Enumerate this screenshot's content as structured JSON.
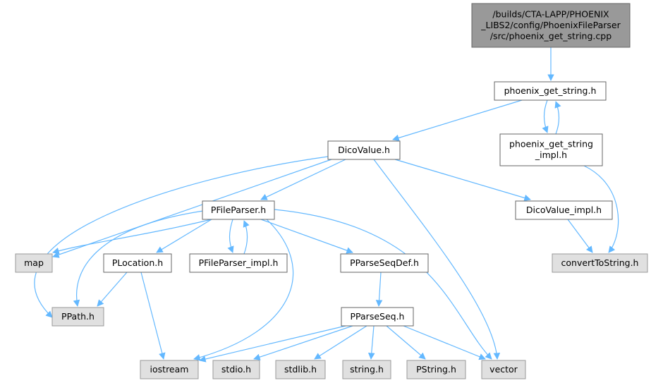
{
  "colors": {
    "edge": "#63b8ff",
    "root_fill": "#999999",
    "root_stroke": "#666666",
    "doc_fill": "#ffffff",
    "doc_stroke": "#666666",
    "system_fill": "#e0e0e0",
    "system_stroke": "#999999"
  },
  "nodes": [
    {
      "id": "root",
      "kind": "root",
      "lines": [
        "/builds/CTA-LAPP/PHOENIX",
        "_LIBS2/config/PhoenixFileParser",
        "/src/phoenix_get_string.cpp"
      ]
    },
    {
      "id": "pgs_h",
      "kind": "doc",
      "lines": [
        "phoenix_get_string.h"
      ]
    },
    {
      "id": "pgs_impl_h",
      "kind": "doc",
      "lines": [
        "phoenix_get_string",
        "_impl.h"
      ]
    },
    {
      "id": "dicovalue_h",
      "kind": "doc",
      "lines": [
        "DicoValue.h"
      ]
    },
    {
      "id": "pfileparser_h",
      "kind": "doc",
      "lines": [
        "PFileParser.h"
      ]
    },
    {
      "id": "dicovalue_impl_h",
      "kind": "doc",
      "lines": [
        "DicoValue_impl.h"
      ]
    },
    {
      "id": "map",
      "kind": "system",
      "lines": [
        "map"
      ]
    },
    {
      "id": "plocation_h",
      "kind": "doc",
      "lines": [
        "PLocation.h"
      ]
    },
    {
      "id": "pfileparser_impl_h",
      "kind": "doc",
      "lines": [
        "PFileParser_impl.h"
      ]
    },
    {
      "id": "pparseseqdef_h",
      "kind": "doc",
      "lines": [
        "PParseSeqDef.h"
      ]
    },
    {
      "id": "converttostring_h",
      "kind": "system",
      "lines": [
        "convertToString.h"
      ]
    },
    {
      "id": "ppath_h",
      "kind": "system",
      "lines": [
        "PPath.h"
      ]
    },
    {
      "id": "pparseseq_h",
      "kind": "doc",
      "lines": [
        "PParseSeq.h"
      ]
    },
    {
      "id": "iostream",
      "kind": "system",
      "lines": [
        "iostream"
      ]
    },
    {
      "id": "stdio_h",
      "kind": "system",
      "lines": [
        "stdio.h"
      ]
    },
    {
      "id": "stdlib_h",
      "kind": "system",
      "lines": [
        "stdlib.h"
      ]
    },
    {
      "id": "string_h",
      "kind": "system",
      "lines": [
        "string.h"
      ]
    },
    {
      "id": "pstring_h",
      "kind": "system",
      "lines": [
        "PString.h"
      ]
    },
    {
      "id": "vector",
      "kind": "system",
      "lines": [
        "vector"
      ]
    }
  ],
  "edges": [
    [
      "root",
      "pgs_h"
    ],
    [
      "pgs_h",
      "dicovalue_h"
    ],
    [
      "pgs_h",
      "pgs_impl_h"
    ],
    [
      "pgs_impl_h",
      "pgs_h"
    ],
    [
      "pgs_impl_h",
      "converttostring_h"
    ],
    [
      "dicovalue_h",
      "pfileparser_h"
    ],
    [
      "dicovalue_h",
      "dicovalue_impl_h"
    ],
    [
      "dicovalue_h",
      "map"
    ],
    [
      "dicovalue_h",
      "ppath_h"
    ],
    [
      "dicovalue_h",
      "vector"
    ],
    [
      "dicovalue_impl_h",
      "converttostring_h"
    ],
    [
      "pfileparser_h",
      "map"
    ],
    [
      "pfileparser_h",
      "plocation_h"
    ],
    [
      "pfileparser_h",
      "pfileparser_impl_h"
    ],
    [
      "pfileparser_impl_h",
      "pfileparser_h"
    ],
    [
      "pfileparser_h",
      "pparseseqdef_h"
    ],
    [
      "pfileparser_h",
      "ppath_h"
    ],
    [
      "pfileparser_h",
      "iostream"
    ],
    [
      "pfileparser_h",
      "vector"
    ],
    [
      "plocation_h",
      "ppath_h"
    ],
    [
      "plocation_h",
      "iostream"
    ],
    [
      "pparseseqdef_h",
      "pparseseq_h"
    ],
    [
      "pparseseq_h",
      "iostream"
    ],
    [
      "pparseseq_h",
      "stdio_h"
    ],
    [
      "pparseseq_h",
      "stdlib_h"
    ],
    [
      "pparseseq_h",
      "string_h"
    ],
    [
      "pparseseq_h",
      "pstring_h"
    ],
    [
      "pparseseq_h",
      "vector"
    ]
  ]
}
